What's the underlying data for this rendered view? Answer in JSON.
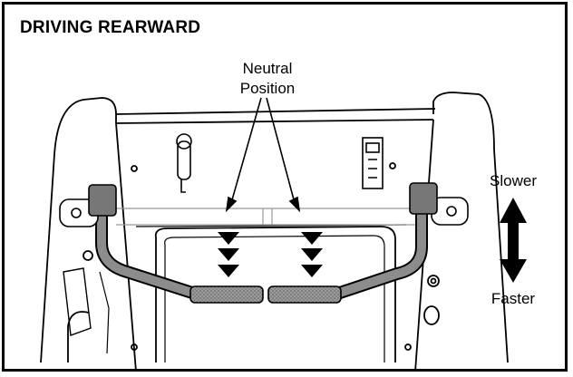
{
  "title": "DRIVING REARWARD",
  "labels": {
    "neutral_line1": "Neutral",
    "neutral_line2": "Position",
    "slower": "Slower",
    "faster": "Faster"
  },
  "colors": {
    "ink": "#000000",
    "handle": "#8c8c8c",
    "background": "#ffffff"
  }
}
